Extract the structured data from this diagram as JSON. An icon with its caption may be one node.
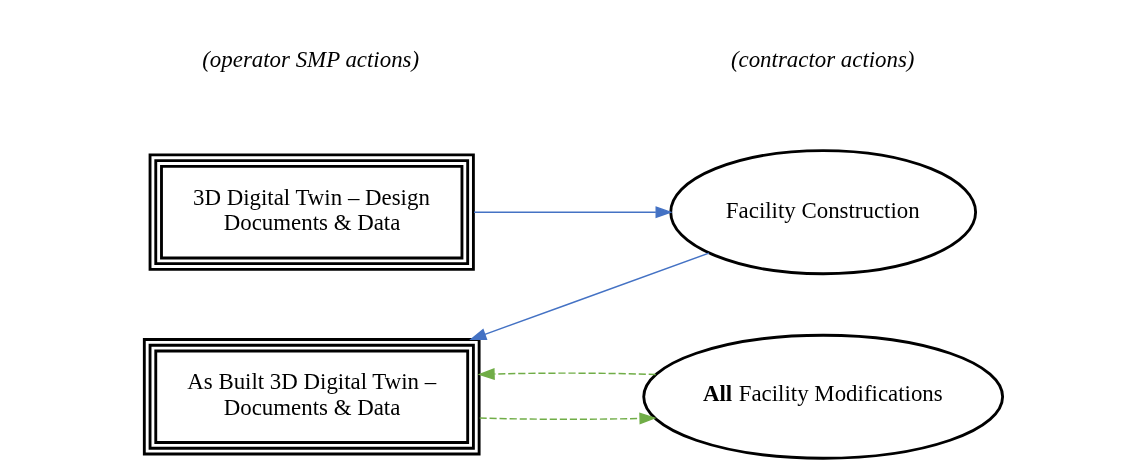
{
  "diagram": {
    "nodes": [
      {
        "text": [
          "3D Digital Twin – Design Documents & Data"
        ]
      },
      {
        "text": [
          "Facility Construction"
        ]
      },
      {
        "text": [
          "**All** Facility Modifications"
        ]
      },
      {
        "text": [
          "As Built 3D Digital Twin – Documents & Data"
        ]
      }
    ],
    "edges": [
      {
        "from": 0,
        "to": 1,
        "arrow": "to",
        "color": "#4472c4"
      },
      {
        "from": 1,
        "to": 3,
        "arrow": "to",
        "color": "#4472c4"
      },
      {
        "from": 3,
        "to": 2,
        "arrow": "to",
        "style": "dashed",
        "color": "#70ad47"
      },
      {
        "from": 2,
        "to": 3,
        "arrow": "to",
        "style": "dashed",
        "color": "#70ad47"
      }
    ],
    "legend": [
      {
        "text": "(operator SMP actions)"
      },
      {
        "text": "(contractor actions)"
      }
    ]
  }
}
